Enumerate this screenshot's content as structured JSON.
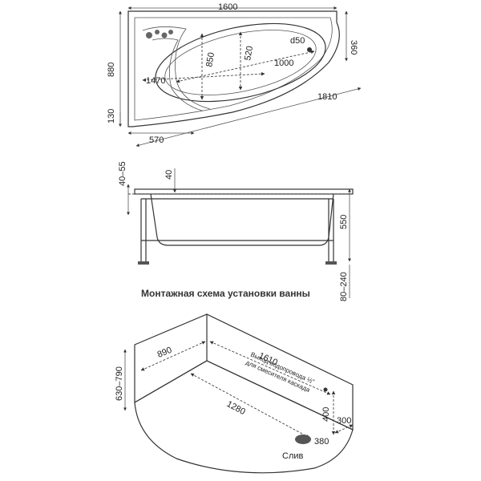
{
  "top_view": {
    "dims": {
      "width": "1600",
      "right_depth": "360",
      "total_depth": "880",
      "inner_depth": "850",
      "depth_520": "520",
      "drain": "d50",
      "inner_len": "1000",
      "len_1470": "1470",
      "diag": "1810",
      "left_130": "130",
      "bottom_570": "570"
    }
  },
  "side_view": {
    "dims": {
      "rim": "40–55",
      "rim_40": "40",
      "height": "550",
      "legs": "80–240"
    }
  },
  "caption": "Монтажная схема установки ванны",
  "install_view": {
    "dims": {
      "wall_1610": "1610",
      "wall_890": "890",
      "height": "630–790",
      "pos_1280": "1280",
      "pos_400": "400",
      "pos_300": "300",
      "pos_380": "380"
    },
    "water_label_1": "Выход водопровода ½\"",
    "water_label_2": "для смесителя каскада",
    "drain_label": "Слив"
  }
}
